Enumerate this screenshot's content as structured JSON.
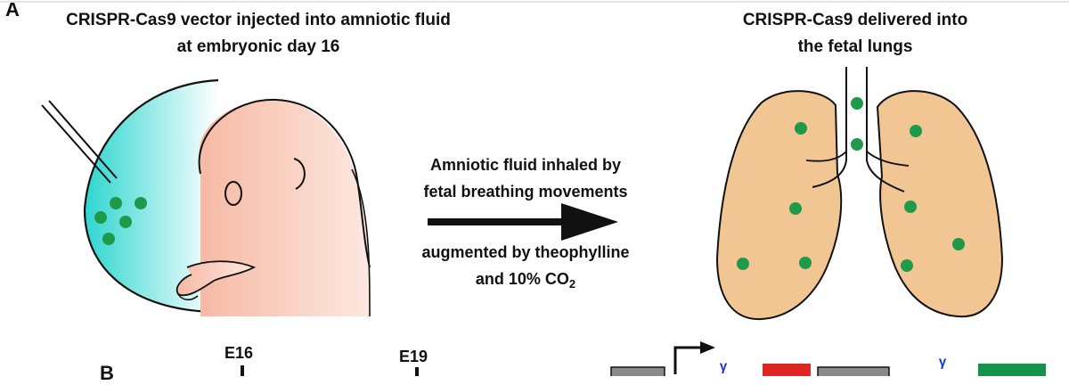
{
  "panel_a": {
    "letter": "A",
    "left_title_line1": "CRISPR-Cas9 vector injected into amniotic fluid",
    "left_title_line2": "at embryonic day 16",
    "right_title_line1": "CRISPR-Cas9 delivered into",
    "right_title_line2": "the fetal lungs",
    "arrow_text_line1": "Amniotic fluid inhaled by",
    "arrow_text_line2": "fetal breathing movements",
    "arrow_text_line3": "augmented by theophylline",
    "arrow_text_line4_prefix": "and 10% CO",
    "arrow_text_line4_sub": "2"
  },
  "panel_b": {
    "letter": "B",
    "timeline_label_1": "E16",
    "timeline_label_2": "E19"
  },
  "colors": {
    "amniotic_fluid": "#2fd6d0",
    "fetus_skin": "#f6b9a4",
    "lung_fill": "#f2c693",
    "vector_dot": "#1e9a4a",
    "red_box": "#e02525",
    "green_box": "#16934a",
    "blue_glyph": "#1430e0"
  }
}
